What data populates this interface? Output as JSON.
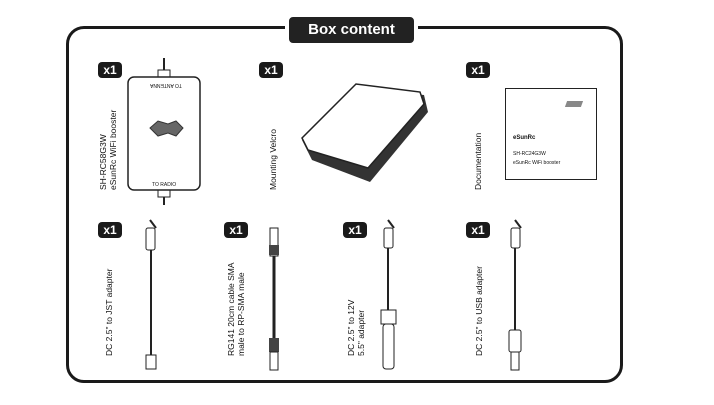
{
  "title": "Box content",
  "items": [
    {
      "qty": "x1",
      "label": [
        "SH-RC58G3W",
        "eSunRc WiFi booster"
      ],
      "top_text": "TO ANTENNA",
      "bottom_text": "TO RADIO"
    },
    {
      "qty": "x1",
      "label": [
        "Mounting Velcro"
      ]
    },
    {
      "qty": "x1",
      "label": [
        "Documentation"
      ],
      "doc_brand": "eSunRc",
      "doc_model": "SH-RC24G3W",
      "doc_product": "eSunRc WiFi booster"
    },
    {
      "qty": "x1",
      "label": [
        "DC 2.5\" to JST adapter"
      ]
    },
    {
      "qty": "x1",
      "label": [
        "RG141 20cm cable SMA",
        "male to RP-SMA male"
      ]
    },
    {
      "qty": "x1",
      "label": [
        "DC 2.5\" to 12V",
        "5.5\" adapter"
      ]
    },
    {
      "qty": "x1",
      "label": [
        "DC 2.5\" to USB adapter"
      ]
    }
  ]
}
